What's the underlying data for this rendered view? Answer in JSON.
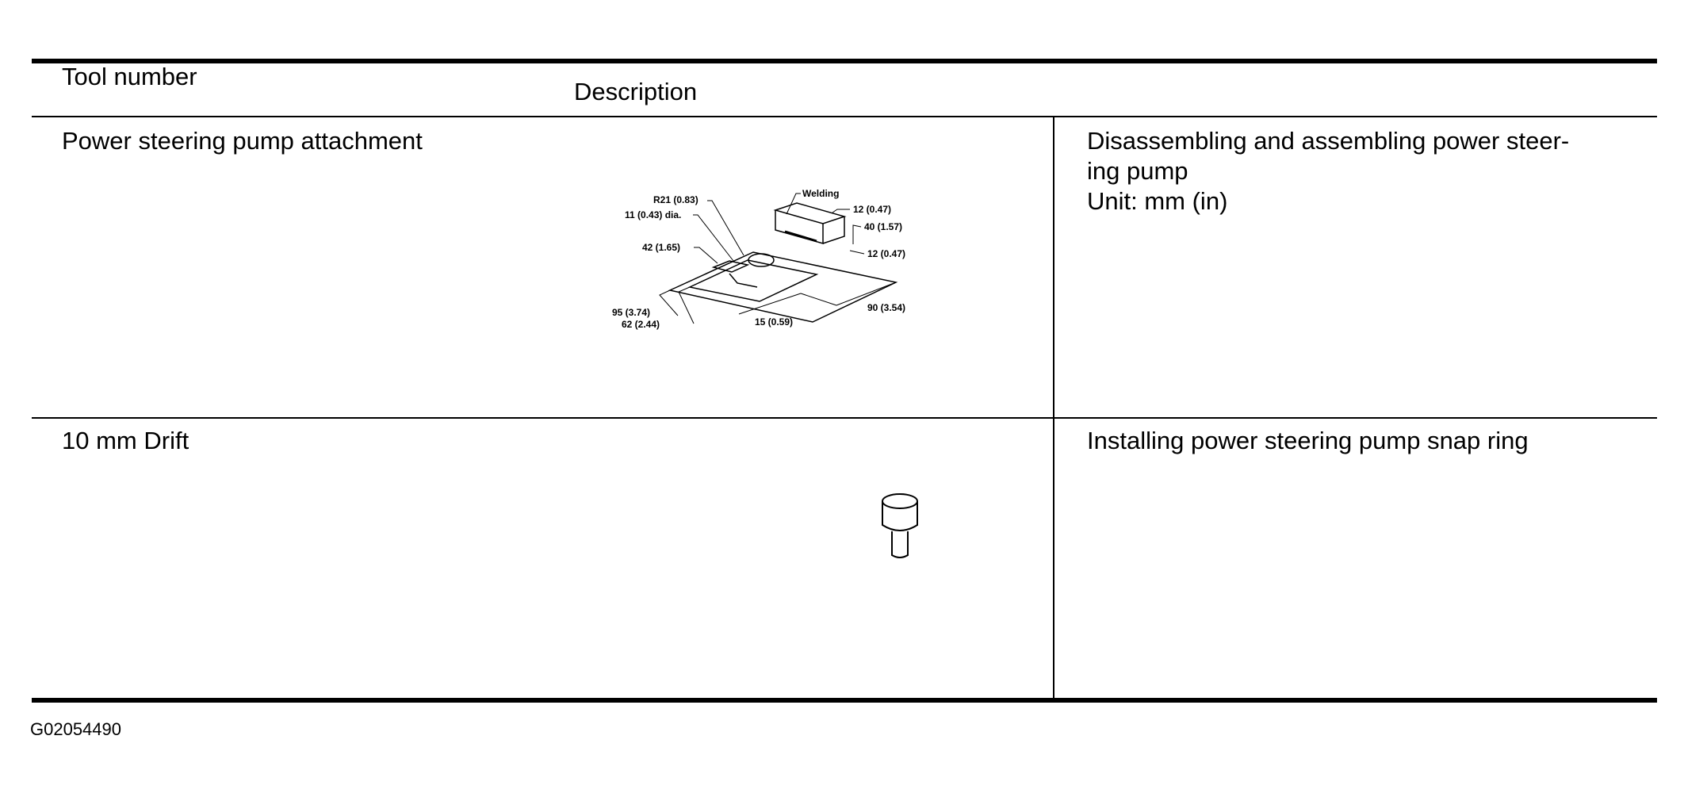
{
  "header": {
    "tool_number_label": "Tool number",
    "description_label": "Description"
  },
  "rows": [
    {
      "name": "Power steering pump attachment",
      "description_lines": [
        "Disassembling and assembling power steer-",
        "ing pump",
        "Unit: mm (in)"
      ],
      "drawing_labels": {
        "welding": "Welding",
        "r21": "R21 (0.83)",
        "dia": "11 (0.43) dia.",
        "d42": "42 (1.65)",
        "d12a": "12 (0.47)",
        "d40": "40 (1.57)",
        "d12b": "12 (0.47)",
        "d95": "95 (3.74)",
        "d62": "62 (2.44)",
        "d15": "15 (0.59)",
        "d90": "90 (3.54)"
      }
    },
    {
      "name": "10 mm Drift",
      "description_lines": [
        "Installing power steering pump snap ring"
      ]
    }
  ],
  "footer": {
    "figure_id": "G02054490"
  }
}
